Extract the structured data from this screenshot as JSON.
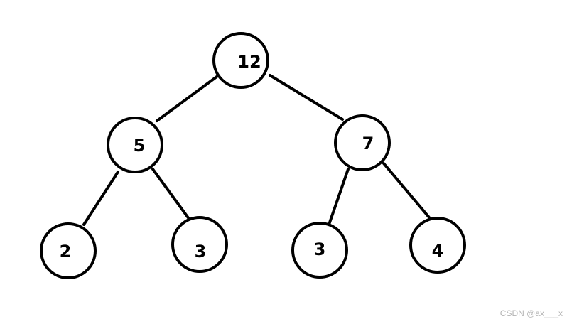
{
  "tree": {
    "nodes": [
      {
        "id": "n1",
        "label": "12"
      },
      {
        "id": "n2",
        "label": "5"
      },
      {
        "id": "n3",
        "label": "7"
      },
      {
        "id": "n4",
        "label": "2"
      },
      {
        "id": "n5",
        "label": "3"
      },
      {
        "id": "n6",
        "label": "3"
      },
      {
        "id": "n7",
        "label": "4"
      }
    ],
    "edges": [
      {
        "from": "n1",
        "to": "n2"
      },
      {
        "from": "n1",
        "to": "n3"
      },
      {
        "from": "n2",
        "to": "n4"
      },
      {
        "from": "n2",
        "to": "n5"
      },
      {
        "from": "n3",
        "to": "n6"
      },
      {
        "from": "n3",
        "to": "n7"
      }
    ]
  },
  "watermark": {
    "text": "CSDN @ax___x"
  },
  "colors": {
    "stroke": "#000000",
    "fill": "#ffffff",
    "watermark": "#b4b4b4"
  }
}
